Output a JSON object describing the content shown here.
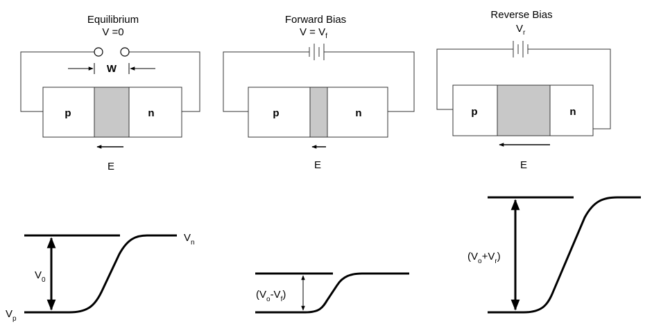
{
  "panels": {
    "equilibrium": {
      "title": "Equilibrium",
      "voltage": "V =0",
      "width_label": "W",
      "p_label": "p",
      "n_label": "n",
      "field_label": "E"
    },
    "forward": {
      "title": "Forward Bias",
      "voltage_main": "V = V",
      "voltage_sub": "f",
      "p_label": "p",
      "n_label": "n",
      "field_label": "E"
    },
    "reverse": {
      "title": "Reverse Bias",
      "voltage_main": "V",
      "voltage_sub": "r",
      "p_label": "p",
      "n_label": "n",
      "field_label": "E"
    }
  },
  "bands": {
    "equilibrium": {
      "vn_main": "V",
      "vn_sub": "n",
      "vp_main": "V",
      "vp_sub": "p",
      "v0_main": "V",
      "v0_sub": "0"
    },
    "forward": {
      "open": "(V",
      "sub1": "o",
      "mid": "-V",
      "sub2": "f",
      "close": ")"
    },
    "reverse": {
      "open": "(V",
      "sub1": "o",
      "mid": "+V",
      "sub2": "r",
      "close": ")"
    }
  },
  "colors": {
    "depletion_fill": "#c8c8c8",
    "line": "#000000",
    "wire": "#333333"
  }
}
